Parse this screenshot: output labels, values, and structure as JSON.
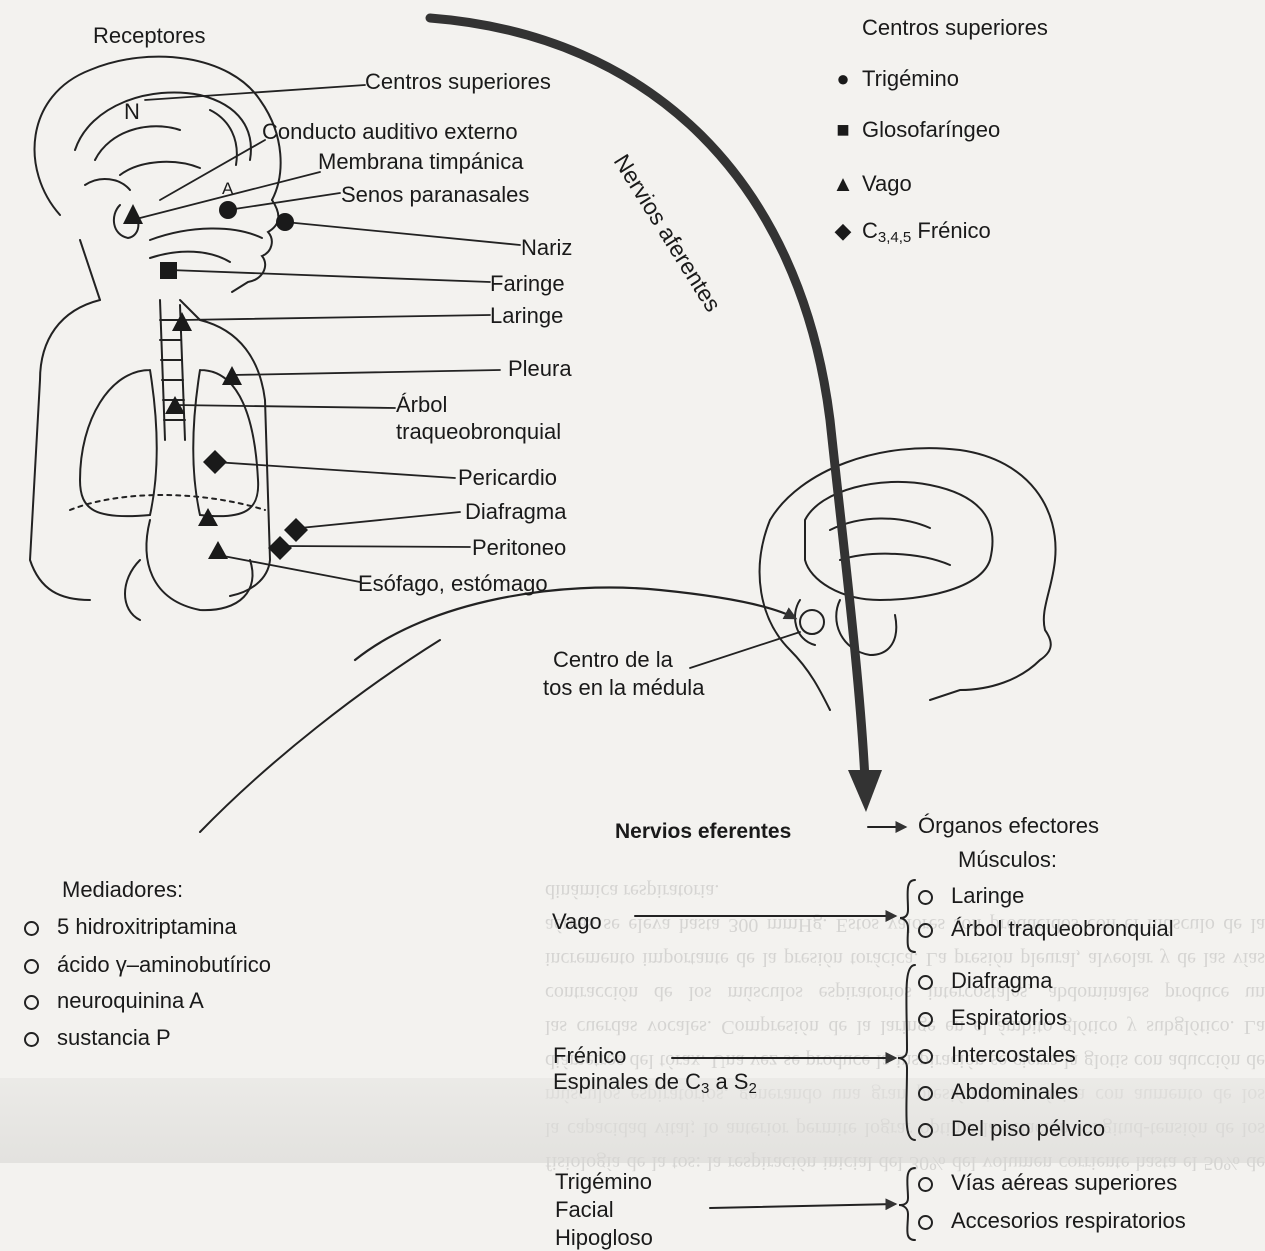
{
  "labels": {
    "receptores": "Receptores",
    "receptores_n": "N",
    "receptores_a": "A",
    "centros_superiores": "Centros superiores",
    "conducto": "Conducto auditivo externo",
    "membrana": "Membrana timpánica",
    "senos": "Senos paranasales",
    "nariz": "Nariz",
    "faringe": "Faringe",
    "laringe": "Laringe",
    "pleura": "Pleura",
    "arbol_1": "Árbol",
    "arbol_2": "traqueobronquial",
    "pericardio": "Pericardio",
    "diafragma": "Diafragma",
    "peritoneo": "Peritoneo",
    "esofago": "Esófago, estómago",
    "centro_tos_1": "Centro de la",
    "centro_tos_2": "tos en la médula",
    "nervios_aferentes": "Nervios aferentes",
    "nervios_eferentes": "Nervios eferentes",
    "organos_efectores": "Órganos efectores",
    "musculos": "Músculos:"
  },
  "legend_top": {
    "title": "Centros superiores",
    "items": [
      {
        "symbol": "●",
        "label": "Trigémino"
      },
      {
        "symbol": "■",
        "label": "Glosofaríngeo"
      },
      {
        "symbol": "▲",
        "label": "Vago"
      },
      {
        "symbol": "◆",
        "label_main": "C",
        "label_sub": "3,4,5",
        "label_rest": " Frénico"
      }
    ]
  },
  "mediadores": {
    "title": "Mediadores:",
    "items": [
      "5 hidroxitriptamina",
      "ácido γ–aminobutírico",
      "neuroquinina A",
      "sustancia P"
    ]
  },
  "efferent": {
    "vago": "Vago",
    "frenico": "Frénico",
    "espinales_a": "Espinales de C",
    "espinales_sub1": "3",
    "espinales_b": " a S",
    "espinales_sub2": "2",
    "trigemino": "Trigémino",
    "facial": "Facial",
    "hipogloso": "Hipogloso",
    "group1": [
      "Laringe",
      "Árbol traqueobronquial"
    ],
    "group2": [
      "Diafragma",
      "Espiratorios",
      "Intercostales",
      "Abdominales",
      "Del piso pélvico"
    ],
    "group3": [
      "Vías aéreas superiores",
      "Accesorios respiratorios"
    ]
  },
  "background_text": "fisiología de la tos: la respiración inicial del 30% del volumen corriente hasta el 50% de la capacidad vital; lo anterior permite lograr óptima la relación longitud-tensión de los músculos espiratorios, generando una gran presión intratorácica con aumento de los diámetros del tórax. Una vez se produce la inspiración se cierra la glotis con aducción de las cuerdas vocales. Compresión de la laringe en el ámbito glótico y subglótico. La contracción de los músculos espiratorios intercostales, abdominales produce un incremento importante de la presión torácica. La presión pleural, alveolar y de las vías aéreas se eleva hasta 300 mmHg. Estos valores son producidos con el músculo de la dinámica respiratoria."
}
